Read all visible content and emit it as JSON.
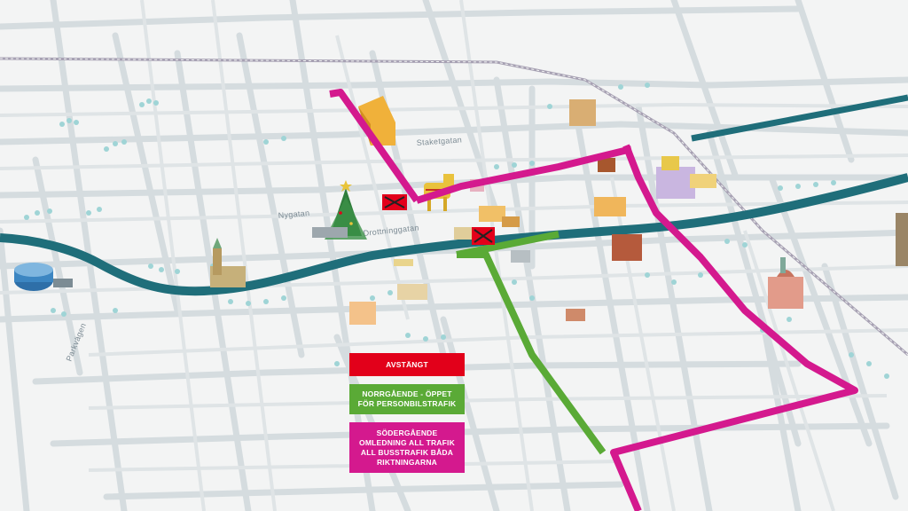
{
  "map": {
    "streets": {
      "staketgatan": "Staketgatan",
      "nygatan": "Nygatan",
      "drottninggatan": "Drottninggatan",
      "parkvagen": "Parkvägen"
    },
    "colors": {
      "closed": "#e2001a",
      "northbound_open": "#5aaa36",
      "southbound_detour": "#d4198e",
      "river": "#1f6e7a",
      "streets": "#d5dcdf",
      "background": "#f3f4f4"
    }
  },
  "legend": {
    "closed": [
      "AVSTÄNGT"
    ],
    "northbound": [
      "NORRGÅENDE - ÖPPET",
      "FÖR PERSONBILSTRAFIK"
    ],
    "southbound": [
      "SÖDERGÅENDE",
      "OMLEDNING ALL TRAFIK",
      "ALL BUSSTRAFIK BÅDA",
      "RIKTNINGARNA"
    ]
  }
}
